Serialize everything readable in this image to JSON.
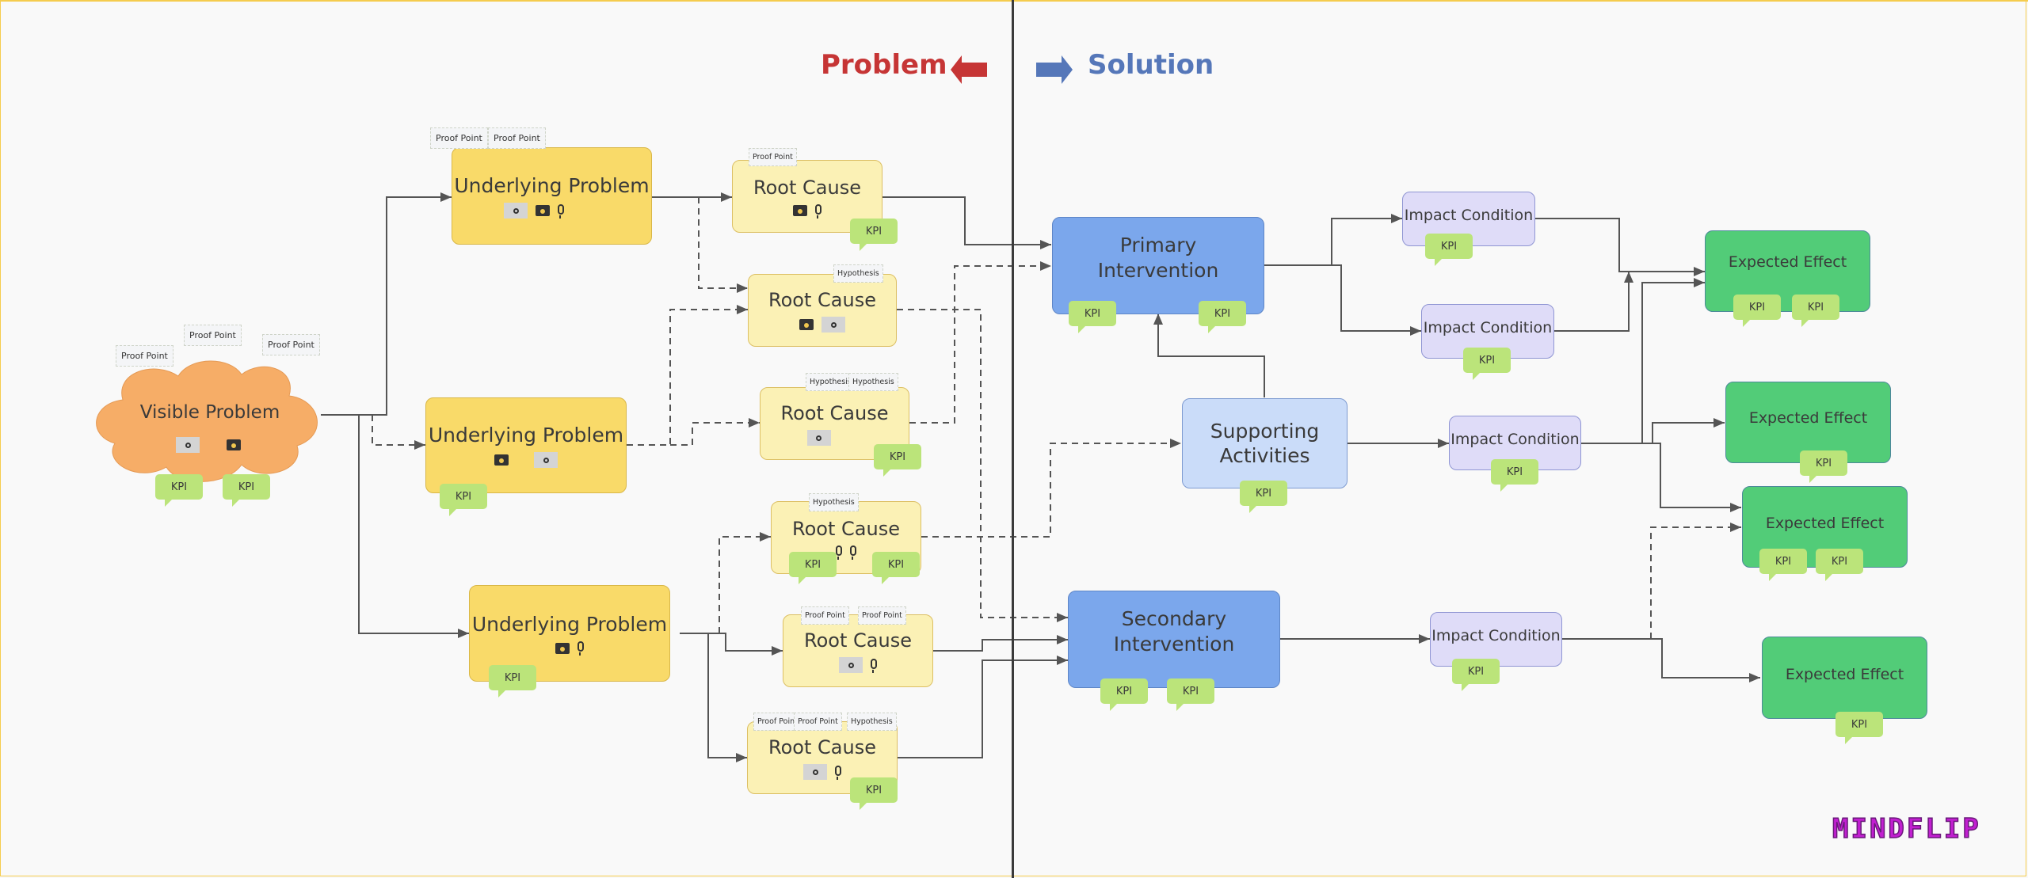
{
  "header": {
    "problem_label": "Problem",
    "solution_label": "Solution",
    "problem_color": "#c63535",
    "solution_color": "#5577b9",
    "problem_arrow_icon": "left-arrow-icon",
    "solution_arrow_icon": "right-arrow-icon"
  },
  "brand": {
    "name": "MINDFLIP",
    "color": "#c21fd1"
  },
  "legend_icons": {
    "media": "media-placeholder-icon",
    "camera": "camera-icon",
    "mic": "microphone-icon"
  },
  "tags": {
    "proof_point": "Proof Point",
    "hypothesis": "Hypothesis",
    "kpi": "KPI"
  },
  "visible_problem": {
    "label": "Visible Problem",
    "color": "#f6ad67",
    "proof_points": 3,
    "kpis": 2
  },
  "underlying_problems": [
    {
      "label": "Underlying Problem",
      "tags": [
        "Proof Point",
        "Proof Point"
      ],
      "icons": [
        "media",
        "camera",
        "mic"
      ],
      "kpis": 0
    },
    {
      "label": "Underlying Problem",
      "tags": [],
      "icons": [
        "camera",
        "media"
      ],
      "kpis": 1
    },
    {
      "label": "Underlying Problem",
      "tags": [],
      "icons": [
        "camera",
        "mic"
      ],
      "kpis": 1
    }
  ],
  "root_causes": [
    {
      "label": "Root Cause",
      "tags": [
        "Proof Point"
      ],
      "icons": [
        "camera",
        "mic"
      ],
      "kpis": 1
    },
    {
      "label": "Root Cause",
      "tags": [
        "Hypothesis"
      ],
      "icons": [
        "camera",
        "media"
      ],
      "kpis": 0
    },
    {
      "label": "Root Cause",
      "tags": [
        "Hypothesis",
        "Hypothesis"
      ],
      "icons": [
        "media"
      ],
      "kpis": 1
    },
    {
      "label": "Root Cause",
      "tags": [
        "Hypothesis"
      ],
      "icons": [
        "mic",
        "mic"
      ],
      "kpis": 2
    },
    {
      "label": "Root Cause",
      "tags": [
        "Proof Point",
        "Proof Point"
      ],
      "icons": [
        "media",
        "mic"
      ],
      "kpis": 0
    },
    {
      "label": "Root Cause",
      "tags": [
        "Proof Point",
        "Proof Point",
        "Hypothesis"
      ],
      "icons": [
        "media",
        "mic"
      ],
      "kpis": 1
    }
  ],
  "interventions": [
    {
      "label_line1": "Primary",
      "label_line2": "Intervention",
      "kpis": 2
    },
    {
      "label_line1": "Secondary",
      "label_line2": "Intervention",
      "kpis": 2
    }
  ],
  "supporting_activities": {
    "label_line1": "Supporting",
    "label_line2": "Activities",
    "kpis": 1
  },
  "impact_conditions": [
    {
      "label": "Impact Condition",
      "kpis": 1
    },
    {
      "label": "Impact Condition",
      "kpis": 1
    },
    {
      "label": "Impact Condition",
      "kpis": 1
    },
    {
      "label": "Impact Condition",
      "kpis": 1
    }
  ],
  "expected_effects": [
    {
      "label": "Expected Effect",
      "kpis": 2
    },
    {
      "label": "Expected Effect",
      "kpis": 1
    },
    {
      "label": "Expected Effect",
      "kpis": 2
    },
    {
      "label": "Expected Effect",
      "kpis": 1
    }
  ],
  "colors": {
    "underlying_problem": "#f9da69",
    "root_cause": "#fbf1b5",
    "intervention": "#7ba7ec",
    "supporting": "#cadcf9",
    "impact_condition": "#dfdcf8",
    "expected_effect": "#52cc78",
    "kpi": "#bbe47a",
    "divider": "#3b3b3b"
  }
}
